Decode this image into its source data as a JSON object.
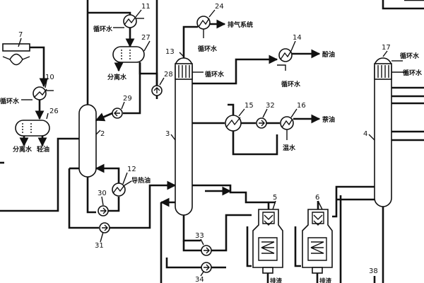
{
  "diagram": {
    "equipment_numbers": {
      "n2": "2",
      "n3": "3",
      "n4": "4",
      "n5": "5",
      "n6": "6",
      "n7": "7",
      "n10": "10",
      "n11": "11",
      "n12": "12",
      "n13": "13",
      "n14": "14",
      "n15": "15",
      "n16": "16",
      "n17": "17",
      "n24": "24",
      "n26": "26",
      "n27": "27",
      "n28": "28",
      "n29": "29",
      "n30": "30",
      "n31": "31",
      "n32": "32",
      "n33": "33",
      "n34": "34",
      "n38": "38"
    },
    "labels": {
      "cooling_water": "循环水",
      "separated_water": "分离水",
      "light_oil": "轻油",
      "exhaust_system": "排气系统",
      "phenol_oil": "酚油",
      "naphthalene_oil": "萘油",
      "warm_water": "温水",
      "heat_transfer_oil": "导热油",
      "slag": "排渣"
    }
  }
}
